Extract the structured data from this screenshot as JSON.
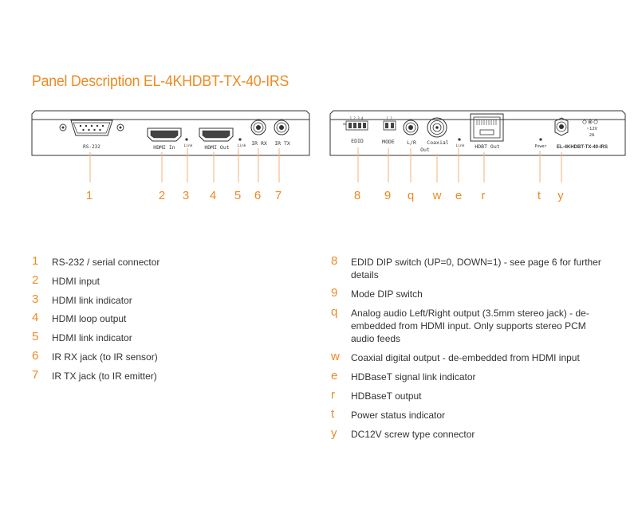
{
  "title": "Panel Description EL-4KHDBT-TX-40-IRS",
  "colors": {
    "accent": "#ee8a22",
    "panel_stroke": "#333333",
    "leader": "#f4b27a"
  },
  "front_panel": {
    "labels": {
      "rs232": "RS-232",
      "hdmi_in": "HDMI In",
      "link_a": "Link",
      "hdmi_out": "HDMI Out",
      "link_b": "Link",
      "ir_rx": "IR RX",
      "ir_tx": "IR TX"
    },
    "callouts": [
      "1",
      "2",
      "3",
      "4",
      "5",
      "6",
      "7"
    ]
  },
  "rear_panel": {
    "labels": {
      "dip_numbers": "1 2 3 4",
      "dip_on": "ON",
      "edid": "EDID",
      "mode_dip_numbers": "1 2",
      "mode": "MODE",
      "lr": "L/R",
      "coaxial": "Coaxial",
      "out": "Out",
      "link": "Link",
      "hdbt_out": "HDBT Out",
      "power": "Power",
      "model": "EL-4KHDBT-TX-40-IRS",
      "dc_volt": "12V",
      "dc_amp": "2A"
    },
    "callouts": [
      "8",
      "9",
      "q",
      "w",
      "e",
      "r",
      "t",
      "y"
    ]
  },
  "legend_left": [
    {
      "key": "1",
      "text": "RS-232 / serial connector"
    },
    {
      "key": "2",
      "text": "HDMI input"
    },
    {
      "key": "3",
      "text": "HDMI link indicator"
    },
    {
      "key": "4",
      "text": "HDMI loop output"
    },
    {
      "key": "5",
      "text": "HDMI link indicator"
    },
    {
      "key": "6",
      "text": "IR RX jack (to IR sensor)"
    },
    {
      "key": "7",
      "text": "IR TX jack (to IR emitter)"
    }
  ],
  "legend_right": [
    {
      "key": "8",
      "text": "EDID DIP switch (UP=0, DOWN=1) - see page 6 for further details"
    },
    {
      "key": "9",
      "text": "Mode DIP switch"
    },
    {
      "key": "q",
      "text": "Analog audio Left/Right output (3.5mm stereo jack) - de-embedded from HDMI input. Only supports stereo PCM audio feeds"
    },
    {
      "key": "w",
      "text": "Coaxial digital output - de-embedded from HDMI input"
    },
    {
      "key": "e",
      "text": "HDBaseT signal link indicator"
    },
    {
      "key": "r",
      "text": "HDBaseT output"
    },
    {
      "key": "t",
      "text": "Power status indicator"
    },
    {
      "key": "y",
      "text": "DC12V screw type connector"
    }
  ]
}
